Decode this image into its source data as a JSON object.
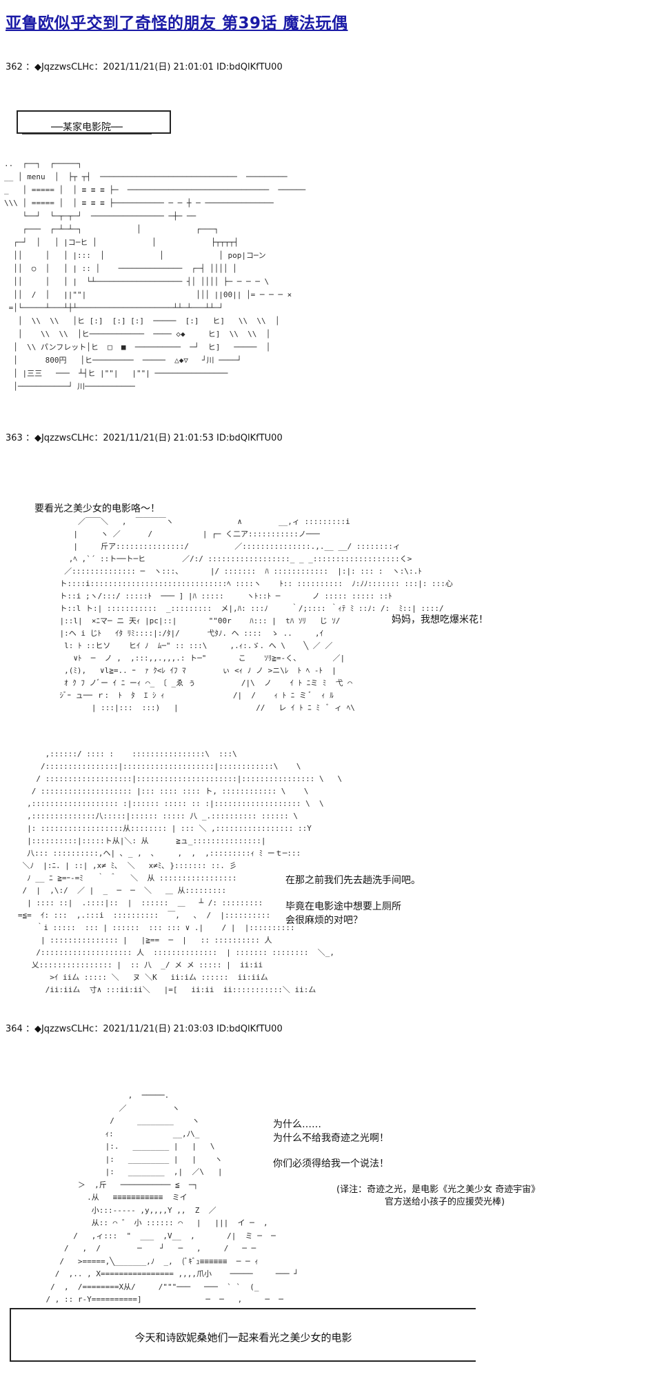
{
  "title": "亚鲁欧似乎交到了奇怪的朋友  第39话  魔法玩偶",
  "posts": [
    {
      "number": "362",
      "header": "362 ：◆JqzzwsCLHc：2021/11/21(日) 21:01:01 ID:bdQlKfTU00"
    },
    {
      "number": "363",
      "header": "363 ：◆JqzzwsCLHc：2021/11/21(日) 21:01:53 ID:bdQlKfTU00"
    },
    {
      "number": "364",
      "header": "364 ：◆JqzzwsCLHc：2021/11/21(日) 21:03:03 ID:bdQlKfTU00"
    }
  ],
  "scene_label": "──某家电影院──",
  "cinema_art": {
    "menu": "menu",
    "pamphlet": "パンフレット",
    "price": "800円",
    "cola": "|コ─ヒ",
    "popcorn": "pop|コ─ン",
    "art": "..  ┌──┐  ┌─────┐\n__ │ menu  │  ├┬ ┬┤  ──────────────────────────────  ─────────\n_   │ ===== │  │ ≡ ≡ ≡ ├─  ───────────────────────────────  ──────\n\\\\\\ │ ===== │  │ ≡ ≡ ≡ ├─────────── ─ ─ ┼ ─ ───────────────\n    └──┘  └─┬─┬─┘  ──────────────── ─┼─ ──\n    ┌───  ┌─┴─┴─┐            │            ┌───┐\n  ┌─┘  │   │ |コ─ヒ │            │            ├┬┬┬┬┤\n  ││     │   │ |:::  │            │            │ pop|コ─ン\n  ││  ○  │   │ | :: │    ──────────────  ┌─┤ ││││ │\n  ││     │   │ |  └┴─────────────────── ┤│ ││││ ├─ ─ ─ ─ \\\n  ││  /  │   ||\"\"|                        │││ ||00|| │= ─ ─ ─ ×\n =│└─────┴───┴┼┴─────────────────────┴┴─┴───┴┴─┘\n   │  \\\\  \\\\   │ヒ [:]  [:] [:]  ─────  [:]   ヒ]   \\\\  \\\\  │\n   │    \\\\  \\\\  │ヒ────────────  ──── ◇◆     ヒ]  \\\\  \\\\  │\n  │  \\\\ パンフレット│ヒ  □  ■  ──────────  ─┘  ヒ]   ─────  │\n  │      800円   │ヒ─────────  ─────  △◆▽   ┘川 ────┘\n  │ |三三   ───  ┴┤ヒ |\"\"|   |\"\"| ────────────────\n  │───────────┘ 川───────────"
  },
  "post363": {
    "speech_left": "要看光之美少女的电影咯～！",
    "speech_right": "妈妈，我想吃爆米花！",
    "speech_second_1": "在那之前我们先去趟洗手间吧。",
    "speech_second_2": "毕竟在电影途中想要上厕所",
    "speech_second_3": "会很麻烦的对吧？",
    "art_pair": "        ／￣￣＼   ,  ￣￣￣￣ヽ              ∧        __,ィ :::::::::i\n       |     ヽ ／      /           | ┌─ く二ア:::::::::::ノ───\n       |     斤ア:::::::::::::::/          ／:::::::::::::::.,.__ __/ ::::::::ィ\n      ,ﾍ ,`´ ::ト──ト─ヒ        ／/:/ ::::::::::::::::::_ _ _:::::::::::::::::::く>\n     ／:::::::::::::: ─  ヽ:::、      |/ :::::::  ﾊ ::::::::::::  |:|: ::: :  ヽ:\\:.ﾄ\n    ト::::i::::::::::::::::::::::::::::::ﾍ ::::ヽ    ﾄ:: ::::::::::  ﾉ:ﾉﾉ::::::: :::|: :::心\n    ト::i ;ヽ/:::/ :::::ﾄ  ─── ] |ﾊ :::::     ヽﾄ::ﾄ ─       ノ ::::: ::::: ::ﾄ\n    ト::l ト:| :::::::::::  _:::::::::  メ|,ﾊ: :::ﾉ     ｀/;:::: ｀ｨﾃ ﾐ ::ﾉ: /:  ﾐ::| ::::/\n    |::l|  ×ﾆマ─ ニ 天ｨ |pc|::|       \"\"00r    ﾊ::: |  tﾊ ｿﾘ   じ ｿ/ \n    |:ヘ i じﾄ   ｲﾀ ﾘﾐ::::|:/ﾀ|/      弋ﾀﾉ. ヘ ::::  ゝ ..     ,ｲ\n     l: ﾄ ::ヒソ    ヒｲ ﾉ  ﾑ─\" :: :::\\     ,.ｨ:.ゞ. へ \\    ╲ ／ ／\n       ∨ﾄ  ─  ノ ,  ,:::,,.,,,.: ト─\"       こ    ｿﾘ≧=-く、       ／|\n     ,(ﾐ),   ∨l≧=.. ｰ  ｧ ｸ<ﾚ ｲﾌ ﾏ        ぃ <ｨ ﾉ ノ >ニ\\ﾚ  ﾄ ﾍ -ﾄ  |\n     ｵ ｸ ﾌ ノﾞー ｲ ﾆ ーｨ ⌒_ 〔 _ゑ ぅ          /|\\  ノ    ｲ ﾄ ﾆミ ﾐ  弋 ⌒\n    ｼﾞｰ ュ── ｒ:  ﾄ  ﾀ  ｴ ｼ ｨ               /|  /    ｨ ﾄ ﾆ ミ ﾞ  ｨ ﾙ\n           | :::|:::  :::)   |                 //   レ ｲ ﾄ ﾆ ﾐ  ﾞ ィ ﾍ\\",
    "art_second": "         ,::::::/ :::: :    ::::::::::::::::\\  :::\\\n        /::::::::::::::::|::::::::::::::::::::|::::::::::::\\    \\\n       / :::::::::::::::::::|::::::::::::::::::::::|:::::::::::::::: \\   \\\n      / :::::::::::::::::::: |::: :::: :::: ト, :::::::::::: \\    \\\n     ,::::::::::::::::::: :|:::::: ::::: :: :|::::::::::::::::::: \\  \\\n     ,::::::::::::::八:::::|:::::: ::::: 八 _.:::::::::: :::::: \\\n     |: ::::::::::::::::::从:::::::: | ::: ＼ ,::::::::::::::::: ::Y\n     |::::::::::|:::::ト从|＼: 从      ≧ュ_:::::::::::::::|\n     八::: ::::::::::,ヘ| ､ _ ,  ､     ,  ,  ,:::::::::ｨ ﾐ ーｔ─:::\n    ＼ﾉ  |:ﾆ. | ::| ,x≠ ﾐ､  ＼   x≠ﾐ､ }::::::: ::. 彡\n     ﾉ __ ﾆ ≧=ｰ-=ﾐ   ｀ ＾   ＼  从 :::::::::::::::::\n    /  |  ,\\:/  ／ |  _  ─  ─  ＼   ＿ 从:::::::::\n     | :::: ::|  .::::|::  |  ::::::  ＿   ┴ /: :::::::::\n   =≦=  ｲ: :::  ,.:::i  ::::::::::  ￣,   ､  /  |::::::::::\n       ｀i :::::  ::: | ::::::  ::: ::: ∨ .|    / |  |::::::::::\n        | ::::::::::::::: |   |≧==  ─  |   :: :::::::::: 人\n       /:::::::::::::::::::: 人  ::::::::::::::  | ::::::: ::::::::  ＼_,\n      乂:::::::::::::::: |  :: 八  _/ メ メ ::::: |  ii:ii\n          >ｲ ii厶 ::::: ＼   ヌ ＼K   ii:i厶 ::::::  ii:ii厶\n         /ii:ii厶  寸∧ :::ii:ii＼   |=[   ii:ii  ii:::::::::::＼ ii:厶"
  },
  "post364": {
    "line1": "为什么……",
    "line2": "为什么不给我奇迹之光啊！",
    "line3": "你们必须得给我一个说法！",
    "note1": "(译注：奇迹之光，是电影《光之美少女 奇迹宇宙》",
    "note2": "官方送给小孩子的应援荧光棒)",
    "art": "                      ,  ─────.\n                    ／          ヽ\n                  /     ________    ヽ\n                 ｨ:             __,ﾉ\\_\n                 |:.   ________ |   |   \\\n                 |:   _________ |   |    ヽ\n                 |:   ________  ,|  ／\\   |\n           ＞  ,斤   ─────────── ≦  ─┐\n             .从   ≡≡≡≡≡≡≡≡≡≡≡  ミイ\n              小:::‐‐‐‐‐ ,y,,,,Y ,,  Z  ／\n              从:: ⌒ ゛ 小 :::::: ⌒   |   |||  イ ─  ,\n          /   ,ィ:::  \"  ___  ,V__  ,       /|  ミ ─  ─\n        /   ,  /        ─    ┘   ─   ,     /   ─ ─\n       /   >=====,╲_______,ﾉ  _,  (ﾞｷﾞｭ≡≡≡≡≡≡  ─ ─ ｨ\n      /  ,.. , X================ ,,,,爪小    ─────     ─── ┘\n     /  ,  /========X从/     /\"\"\"───   ───  ` `  (_\n    / , :: r-Y==========]              ─  ─   ,     ─  ─"
  },
  "narration": "今天和诗欧妮桑她们一起来看光之美少女的电影"
}
